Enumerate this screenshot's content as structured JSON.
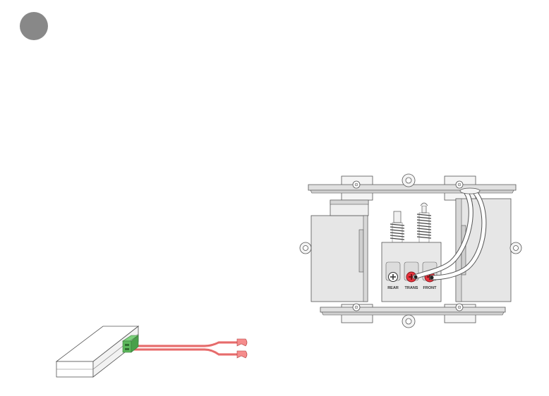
{
  "terminals": [
    {
      "label": "REAR"
    },
    {
      "label": "TRANS"
    },
    {
      "label": "FRONT"
    }
  ],
  "colors": {
    "badge": "#888888",
    "outline": "#555555",
    "panel": "#e8e8e8",
    "terminal_red": "#e8323c",
    "wire_red": "#f07878",
    "connector_green": "#5cb85c",
    "wire_white": "#ffffff"
  },
  "icons": {
    "step_badge": "gray-circle-icon",
    "battery": "battery-pack-icon",
    "connector": "terminal-connector-icon",
    "screw": "screw-terminal-icon"
  }
}
